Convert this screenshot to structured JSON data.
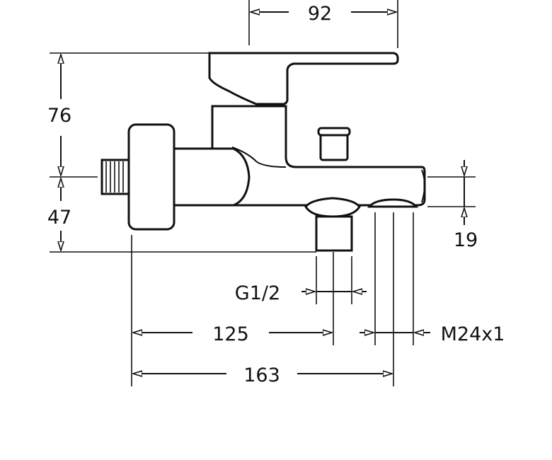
{
  "dimensions": {
    "top_width": "92",
    "upper_height": "76",
    "lower_height": "47",
    "outlet_height": "19",
    "inlet_thread": "G1/2",
    "inlet_distance": "125",
    "outlet_thread": "M24x1",
    "total_length": "163"
  }
}
